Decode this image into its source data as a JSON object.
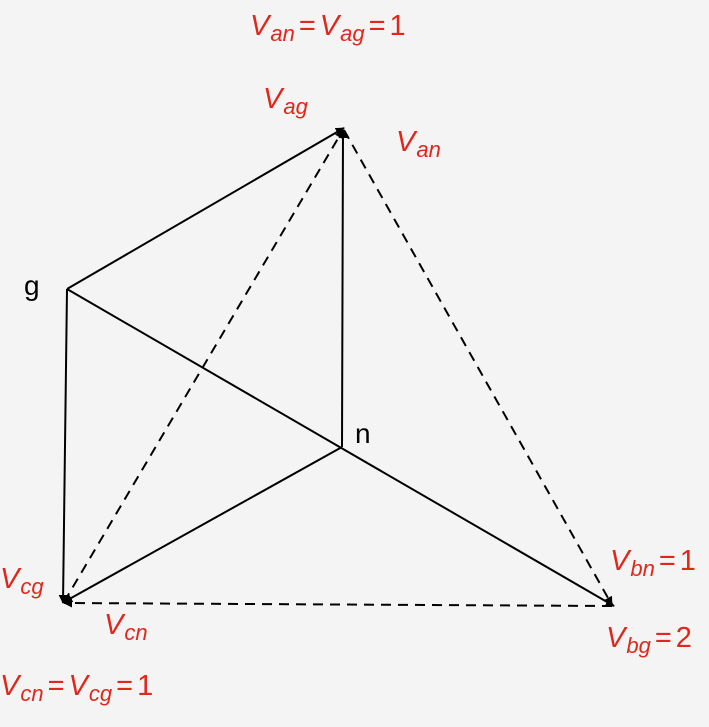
{
  "colors": {
    "label": "#e0271c",
    "line": "#000000",
    "background": "#f4f4f4"
  },
  "nodes": {
    "g": "g",
    "n": "n"
  },
  "labels": {
    "top_eq": {
      "v1": "V",
      "s1": "an",
      "eq": "=",
      "v2": "V",
      "s2": "ag",
      "eq2": "=",
      "val": "1"
    },
    "vag": {
      "v": "V",
      "s": "ag"
    },
    "van": {
      "v": "V",
      "s": "an"
    },
    "vcg": {
      "v": "V",
      "s": "cg"
    },
    "vcn": {
      "v": "V",
      "s": "cn"
    },
    "vbn": {
      "v": "V",
      "s": "bn",
      "eq": "=",
      "val": "1"
    },
    "vbg": {
      "v": "V",
      "s": "bg",
      "eq": "=",
      "val": "2"
    },
    "bottom_eq": {
      "v1": "V",
      "s1": "cn",
      "eq": "=",
      "v2": "V",
      "s2": "cg",
      "eq2": "=",
      "val": "1"
    }
  }
}
